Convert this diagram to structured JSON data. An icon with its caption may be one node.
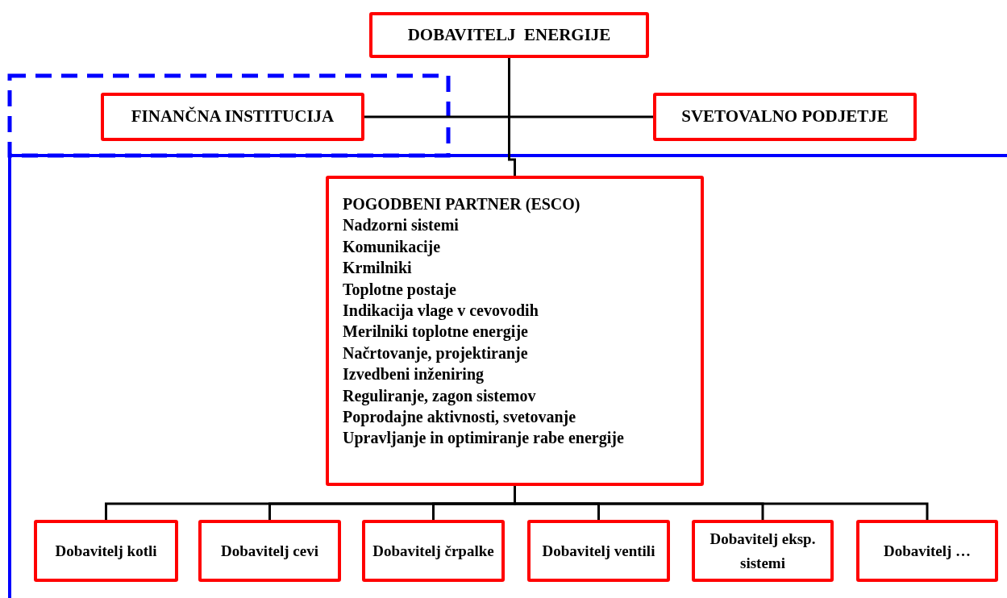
{
  "diagram": {
    "nodes": [
      {
        "text": [
          "DOBAVITELJ  ENERGIJE"
        ]
      },
      {
        "text": [
          "FINANČNA INSTITUCIJA"
        ]
      },
      {
        "text": [
          "SVETOVALNO PODJETJE"
        ]
      },
      {
        "text": [
          "POGODBENI PARTNER (ESCO)",
          "Nadzorni sistemi",
          "Komunikacije",
          "Krmilniki",
          "Toplotne postaje",
          "Indikacija vlage v cevovodih",
          "Merilniki toplotne energije",
          "Načrtovanje, projektiranje",
          "Izvedbeni inženiring",
          "Reguliranje, zagon sistemov",
          "Poprodajne aktivnosti, svetovanje",
          "Upravljanje in optimiranje rabe energije"
        ]
      },
      {
        "text": [
          "Dobavitelj kotli"
        ]
      },
      {
        "text": [
          "Dobavitelj cevi"
        ]
      },
      {
        "text": [
          "Dobavitelj črpalke"
        ]
      },
      {
        "text": [
          "Dobavitelj ventili"
        ]
      },
      {
        "text": [
          "Dobavitelj eksp. sistemi"
        ]
      },
      {
        "text": [
          "Dobavitelj …"
        ]
      }
    ],
    "edges": [
      {
        "from": 0,
        "to": 3,
        "arrow": "none"
      },
      {
        "from": 1,
        "to": 2,
        "arrow": "none"
      },
      {
        "from": 3,
        "to": 4,
        "arrow": "none"
      },
      {
        "from": 3,
        "to": 5,
        "arrow": "none"
      },
      {
        "from": 3,
        "to": 6,
        "arrow": "none"
      },
      {
        "from": 3,
        "to": 7,
        "arrow": "none"
      },
      {
        "from": 3,
        "to": 8,
        "arrow": "none"
      },
      {
        "from": 3,
        "to": 9,
        "arrow": "none"
      }
    ]
  }
}
